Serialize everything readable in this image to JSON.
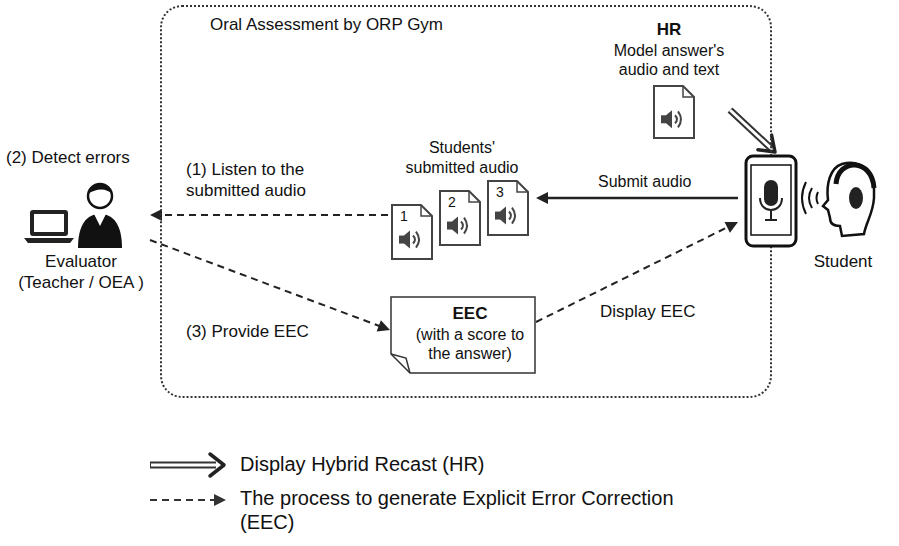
{
  "diagram": {
    "nodes": [
      {
        "text": [
          "Oral Assessment by ORP Gym"
        ]
      },
      {
        "text": [
          "Evaluator (Teacher / OEA )"
        ]
      },
      {
        "text": [
          "HR",
          "Model answer's audio and text"
        ],
        "in": 0
      },
      {
        "text": [
          "Students' submitted audio",
          "1",
          "2",
          "3"
        ],
        "in": 0
      },
      {
        "text": [
          "EEC",
          "(with a score to the answer)"
        ],
        "in": 0
      },
      {
        "text": [
          "Student"
        ]
      }
    ],
    "edges": [
      {
        "from": 3,
        "to": 1,
        "arrow": "to",
        "label": "(1) Listen to the submitted audio"
      },
      {
        "from": 1,
        "to": 4,
        "arrow": "to",
        "label": "(3) Provide EEC"
      },
      {
        "from": 4,
        "to": 5,
        "arrow": "to",
        "label": "Display EEC"
      },
      {
        "from": 5,
        "to": 3,
        "arrow": "to",
        "label": "Submit audio"
      },
      {
        "from": 2,
        "to": 5,
        "arrow": "to"
      }
    ],
    "labels": [
      "(2) Detect errors"
    ],
    "legend": [
      {
        "text": "Display Hybrid Recast (HR)"
      },
      {
        "text": "The process to generate Explicit Error Correction (EEC)"
      }
    ]
  }
}
